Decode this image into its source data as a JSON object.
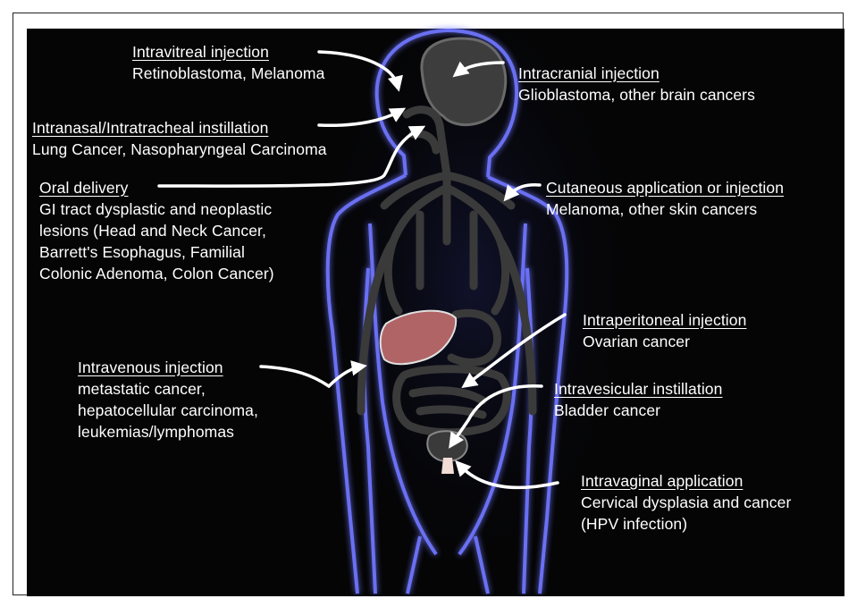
{
  "colors": {
    "background": "#050505",
    "body_glow": "#6f76ff",
    "organ_gray": "#3a3a3a",
    "liver": "#b06466",
    "text": "#ffffff"
  },
  "routes": {
    "intravitreal": {
      "title": "Intravitreal injection",
      "lines": [
        "Retinoblastoma, Melanoma"
      ]
    },
    "intracranial": {
      "title": "Intracranial injection",
      "lines": [
        "Glioblastoma, other brain cancers"
      ]
    },
    "intranasal": {
      "title": "Intranasal/Intratracheal instillation",
      "lines": [
        "Lung Cancer, Nasopharyngeal Carcinoma"
      ]
    },
    "oral": {
      "title": "Oral delivery",
      "lines": [
        "GI tract dysplastic and neoplastic",
        "lesions (Head and Neck Cancer,",
        "Barrett's Esophagus, Familial",
        "Colonic Adenoma, Colon Cancer)"
      ]
    },
    "cutaneous": {
      "title": "Cutaneous application or injection",
      "lines": [
        "Melanoma, other skin cancers"
      ]
    },
    "intraperitoneal": {
      "title": "Intraperitoneal injection",
      "lines": [
        "Ovarian cancer"
      ]
    },
    "intravenous": {
      "title": "Intravenous injection",
      "lines": [
        "metastatic cancer,",
        "hepatocellular carcinoma,",
        "leukemias/lymphomas"
      ]
    },
    "intravesicular": {
      "title": "Intravesicular instillation",
      "lines": [
        "Bladder cancer"
      ]
    },
    "intravaginal": {
      "title": "Intravaginal application",
      "lines": [
        "Cervical dysplasia and cancer",
        "(HPV infection)"
      ]
    }
  }
}
